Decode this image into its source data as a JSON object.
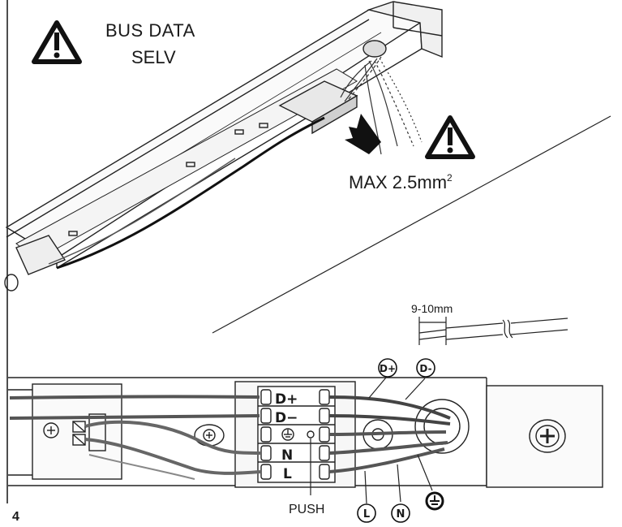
{
  "warning_top": {
    "line1": "BUS DATA",
    "line2": "SELV"
  },
  "warning_right": {
    "label": "MAX 2.5mm",
    "superscript": "2"
  },
  "strip_length": "9-10mm",
  "terminals": {
    "d_plus": "D+",
    "d_minus": "D−",
    "n": "N",
    "l": "L"
  },
  "wire_labels": {
    "d_plus": "D+",
    "d_minus": "D-",
    "l": "L",
    "n": "N"
  },
  "push_label": "PUSH",
  "page_number": "4"
}
